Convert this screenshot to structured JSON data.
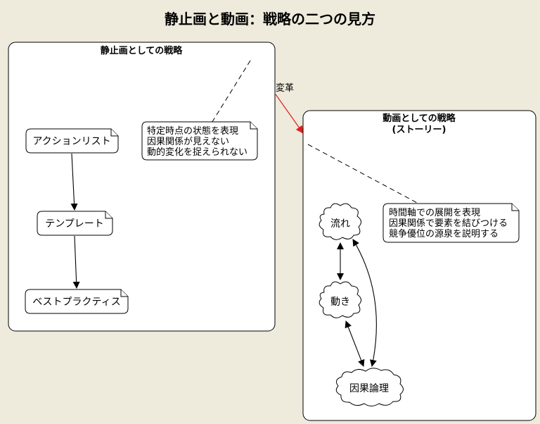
{
  "title": "静止画と動画：戦略の二つの見方",
  "static_frame": {
    "title": "静止画としての戦略",
    "nodes": [
      "アクションリスト",
      "テンプレート",
      "ベストプラクティス"
    ],
    "note": [
      "特定時点の状態を表現",
      "因果関係が見えない",
      "動的変化を捉えられない"
    ]
  },
  "transform_label": "変革",
  "dynamic_frame": {
    "title_lines": [
      "動画としての戦略",
      "(ストーリー)"
    ],
    "note": [
      "時間軸での展開を表現",
      "因果関係で要素を結びつける",
      "競争優位の源泉を説明する"
    ],
    "clouds": [
      "流れ",
      "動き",
      "因果論理"
    ]
  },
  "colors": {
    "background": "#eeeadc",
    "transform_arrow": "#e02020"
  }
}
